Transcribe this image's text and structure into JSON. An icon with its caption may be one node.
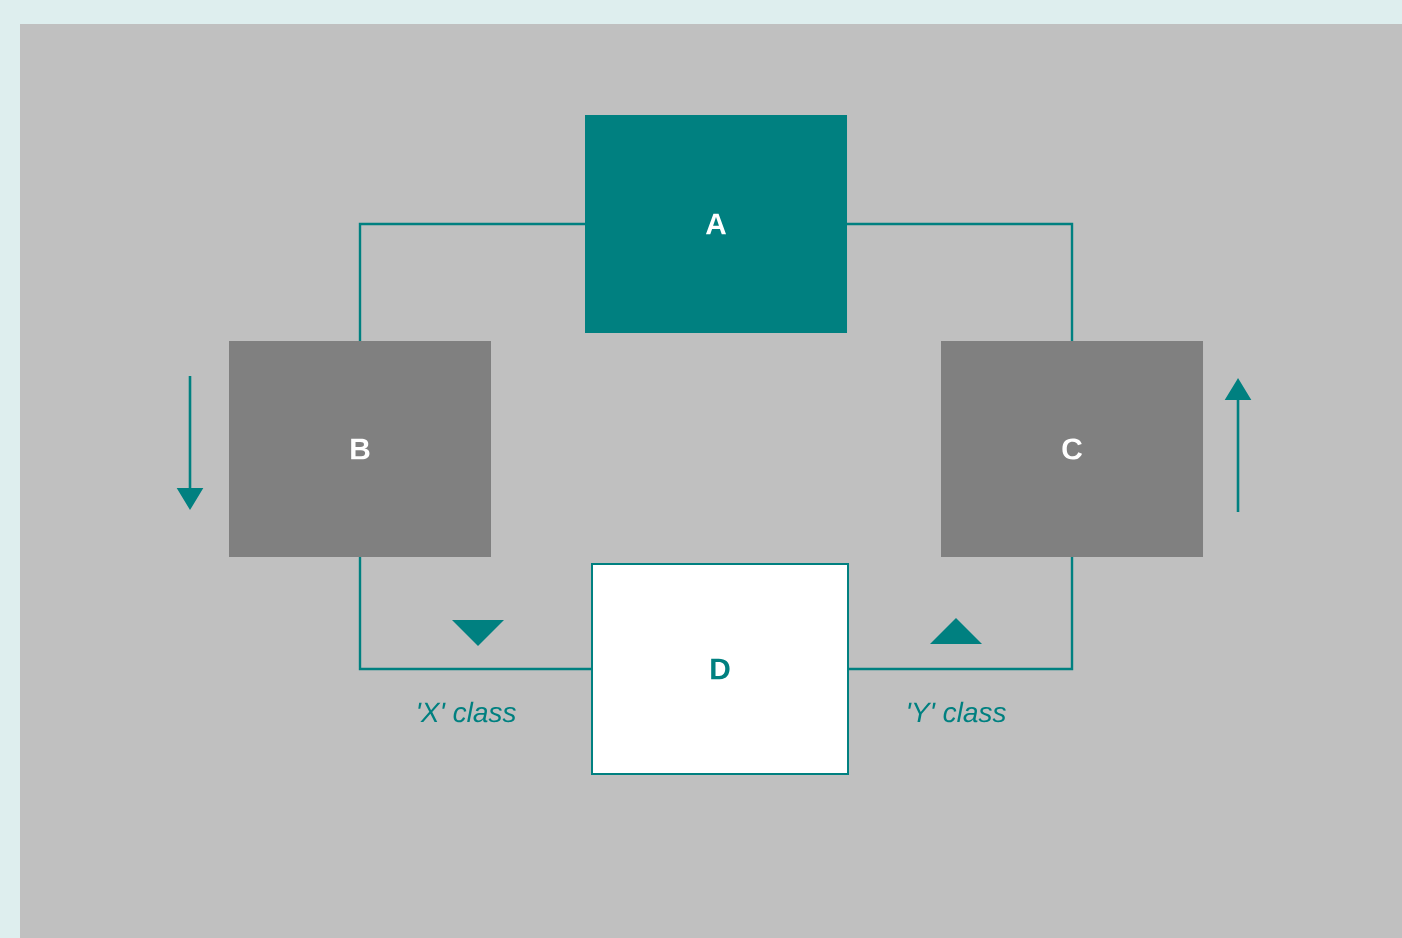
{
  "diagram": {
    "nodes": [
      {
        "text": [
          "A"
        ]
      },
      {
        "text": [
          "B"
        ]
      },
      {
        "text": [
          "C"
        ]
      },
      {
        "text": [
          "D"
        ]
      }
    ],
    "edges": [
      {
        "from": 0,
        "to": 1,
        "arrow": "none"
      },
      {
        "from": 0,
        "to": 2,
        "arrow": "none"
      },
      {
        "from": 1,
        "to": 3,
        "arrow": "none",
        "label": "'X' class"
      },
      {
        "from": 3,
        "to": 2,
        "arrow": "none",
        "label": "'Y' class"
      }
    ]
  }
}
